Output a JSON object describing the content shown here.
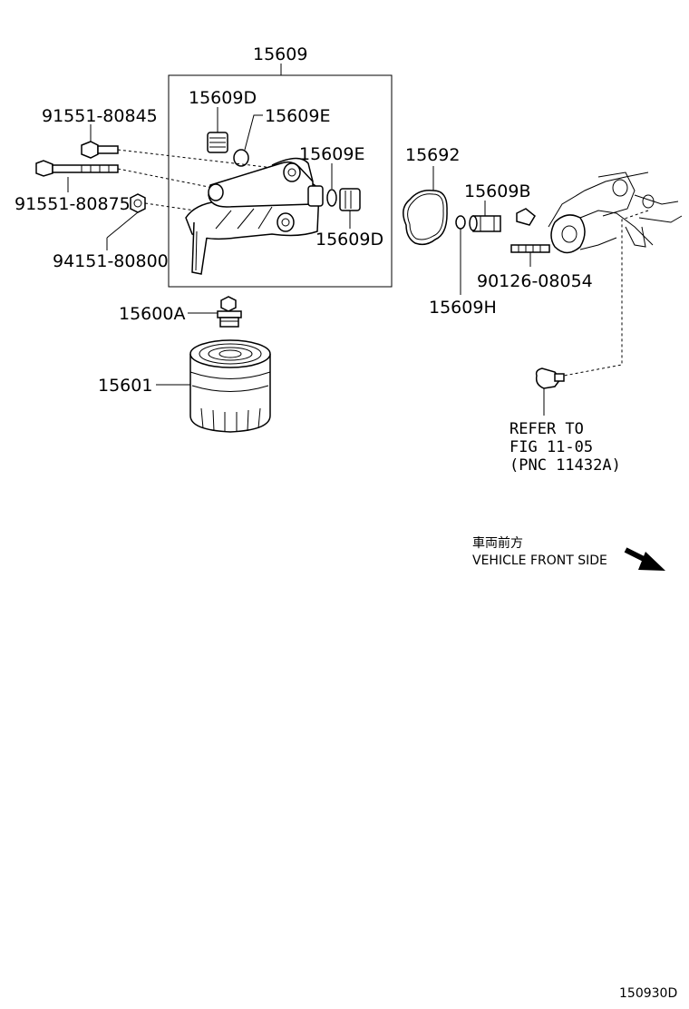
{
  "labels": {
    "p15609": "15609",
    "p15609D_top": "15609D",
    "p15609E_top": "15609E",
    "p15609E_mid": "15609E",
    "p15609D_mid": "15609D",
    "p91551_80845": "91551-80845",
    "p91551_80875": "91551-80875",
    "p94151_80800": "94151-80800",
    "p15692": "15692",
    "p15609B": "15609B",
    "p90126_08054": "90126-08054",
    "p15609H": "15609H",
    "p15600A": "15600A",
    "p15601": "15601"
  },
  "refer": {
    "line1": "REFER TO",
    "line2": "FIG 11-05",
    "line3": "(PNC 11432A)"
  },
  "direction": {
    "japanese": "車両前方",
    "english": "VEHICLE FRONT SIDE"
  },
  "figure_id": "150930D"
}
